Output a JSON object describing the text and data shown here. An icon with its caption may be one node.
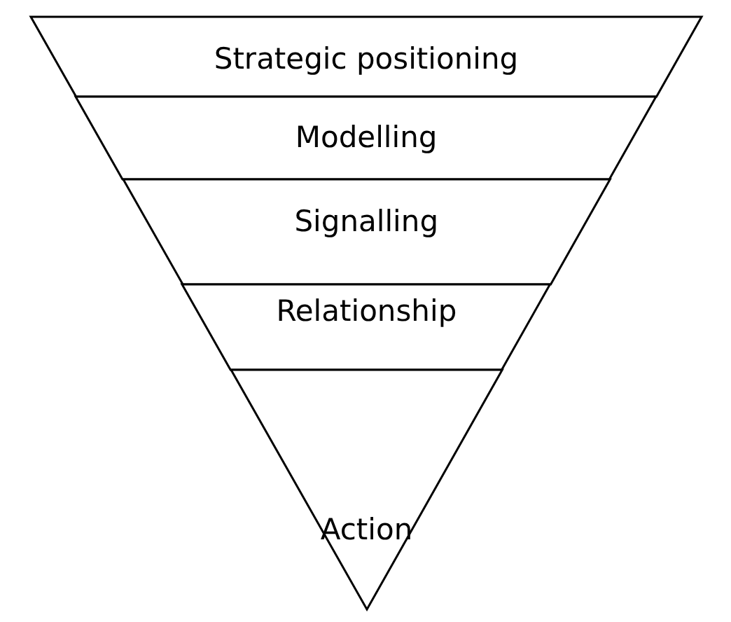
{
  "diagram": {
    "nodes": [
      {
        "text": [
          "Strategic positioning"
        ]
      },
      {
        "text": [
          "Modelling"
        ]
      },
      {
        "text": [
          "Signalling"
        ]
      },
      {
        "text": [
          "Relationship"
        ]
      },
      {
        "text": [
          "Action"
        ]
      }
    ]
  }
}
